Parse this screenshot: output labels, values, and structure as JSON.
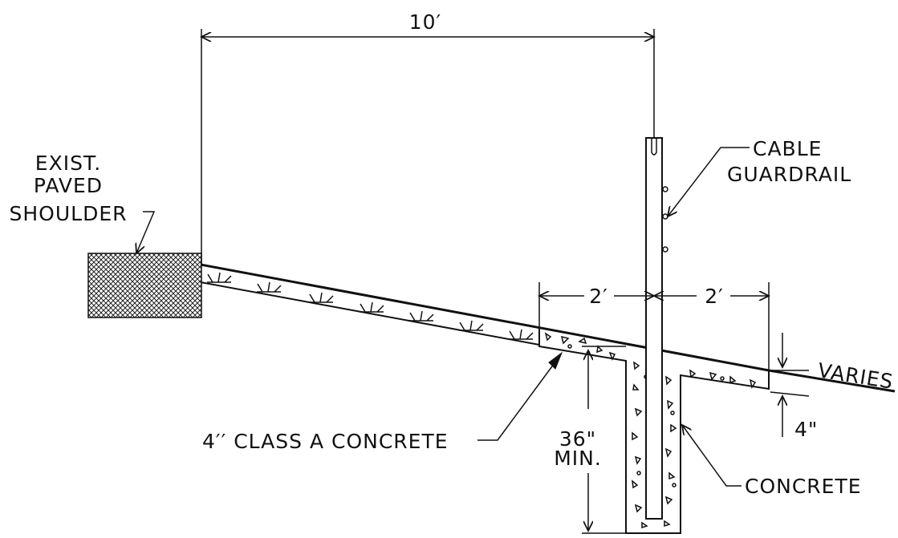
{
  "labels": {
    "top_dim": "10′",
    "left_dim_2ft": "2′",
    "right_dim_2ft": "2′",
    "varies": "VARIES",
    "thickness": "4\"",
    "depth_line1": "36\"",
    "depth_line2": "MIN.",
    "shoulder_line1": "EXIST.",
    "shoulder_line2": "PAVED",
    "shoulder_line3": "SHOULDER",
    "guardrail_line1": "CABLE",
    "guardrail_line2": "GUARDRAIL",
    "class_a": "4′′ CLASS A CONCRETE",
    "concrete": "CONCRETE"
  },
  "icons": {
    "arrowhead": "arrowhead-icon",
    "grass": "grass-tuft-icon",
    "crosshatch": "crosshatch-pattern"
  }
}
